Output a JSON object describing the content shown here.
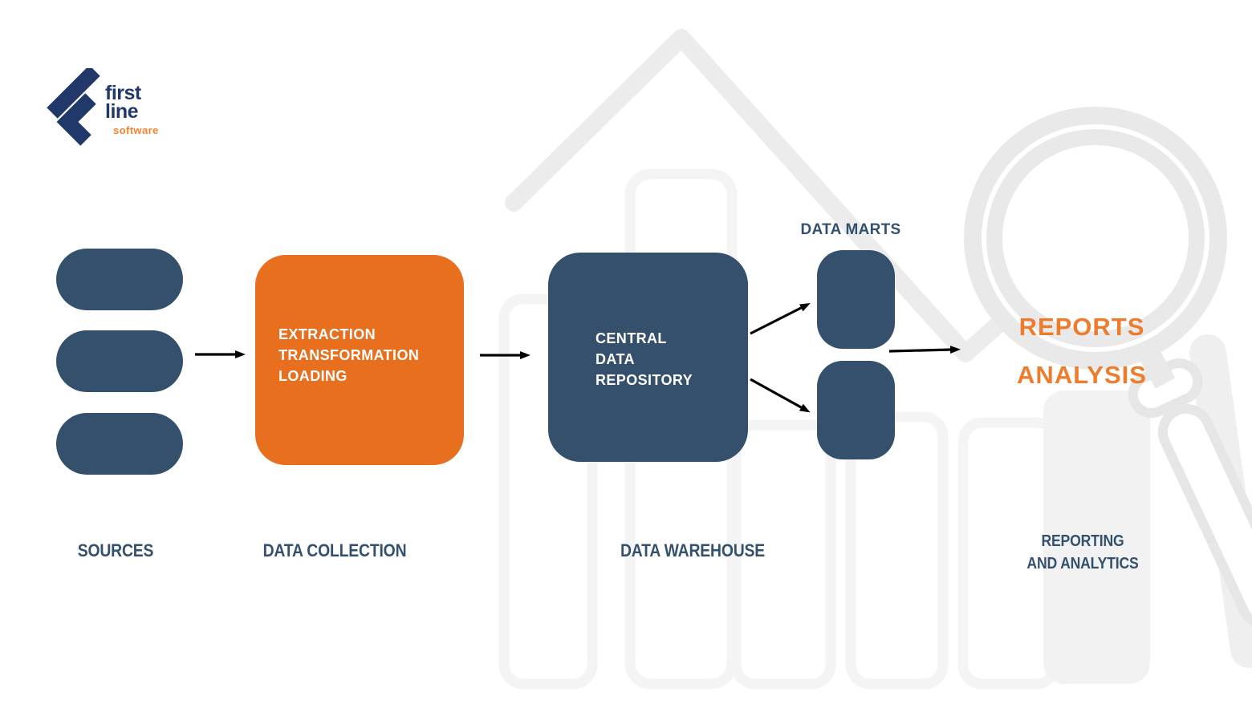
{
  "logo": {
    "word_top": "first",
    "word_bottom": "line",
    "tagline": "software"
  },
  "nodes": {
    "etl_box": {
      "lines": [
        "EXTRACTION",
        "TRANSFORMATION",
        "LOADING"
      ]
    },
    "repository_box": {
      "lines": [
        "CENTRAL",
        "DATA",
        "REPOSITORY"
      ]
    },
    "data_marts_title": "DATA MARTS",
    "output_line1": "REPORTS",
    "output_line2": "ANALYSIS"
  },
  "stage_labels": {
    "sources": "SOURCES",
    "data_collection": "DATA COLLECTION",
    "data_warehouse": "DATA WAREHOUSE",
    "reporting_line1": "REPORTING",
    "reporting_line2": "AND ANALYTICS"
  },
  "colors": {
    "node_navy": "#34506C",
    "node_orange": "#E76F1E",
    "output_orange": "#ED7D2D",
    "label_navy": "#33516F",
    "logo_navy": "#21386B",
    "logo_orange": "#F5822F",
    "arrow_black": "#000000",
    "watermark_gray": "#ECECEC",
    "watermark_faint": "#F4F4F4"
  }
}
